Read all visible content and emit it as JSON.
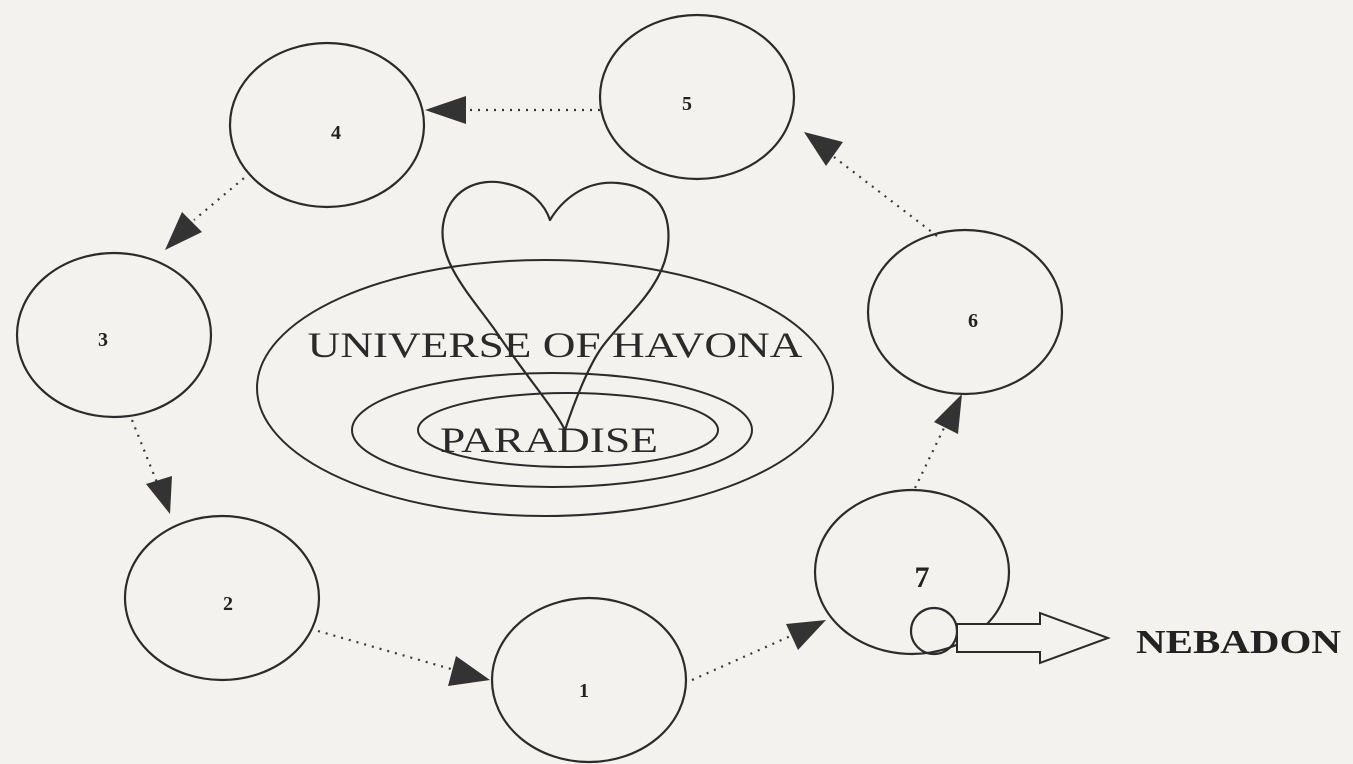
{
  "diagram": {
    "central_universe_label": "UNIVERSE OF HAVONA",
    "paradise_label": "PARADISE",
    "local_universe_label": "NEBADON",
    "superuniverses": [
      {
        "number": "1"
      },
      {
        "number": "2"
      },
      {
        "number": "3"
      },
      {
        "number": "4"
      },
      {
        "number": "5"
      },
      {
        "number": "6"
      },
      {
        "number": "7"
      }
    ],
    "flow_sequence": [
      "2",
      "1",
      "7",
      "6",
      "5",
      "4",
      "3",
      "2"
    ],
    "colors": {
      "background": "#f3f2ee",
      "ink": "#2b2b2b"
    }
  }
}
